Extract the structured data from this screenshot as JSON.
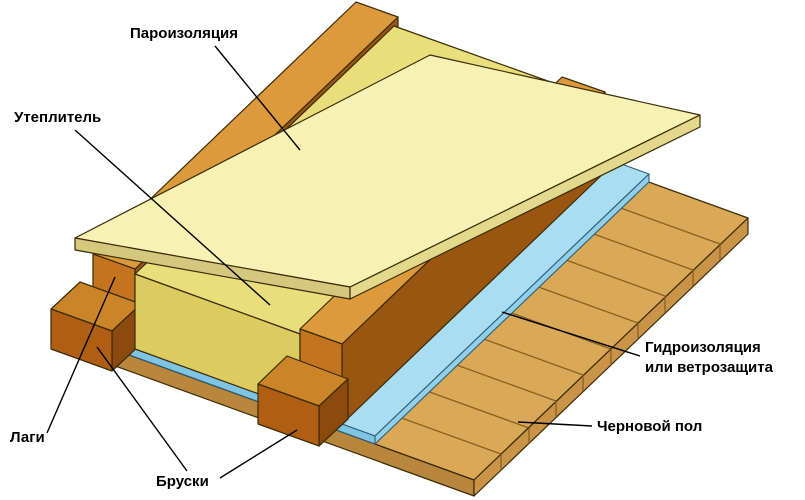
{
  "diagram": {
    "background": "#ffffff",
    "labels": {
      "vapor_barrier": "Пароизоляция",
      "insulation": "Утеплитель",
      "hydro_line1": "Гидроизоляция",
      "hydro_line2": "или ветрозащита",
      "subfloor": "Черновой пол",
      "joists": "Лаги",
      "blocks": "Бруски"
    },
    "colors": {
      "vapor_barrier_top": "#f7f2b4",
      "insulation_top": "#eadd7c",
      "hydro_layer": "#a9def2",
      "subfloor_top": "#d9a957",
      "joist_front": "#c4731f",
      "block_front": "#b05e12",
      "outline": "#3b2b06",
      "leader_line": "#000000",
      "label_text": "#000000"
    }
  }
}
